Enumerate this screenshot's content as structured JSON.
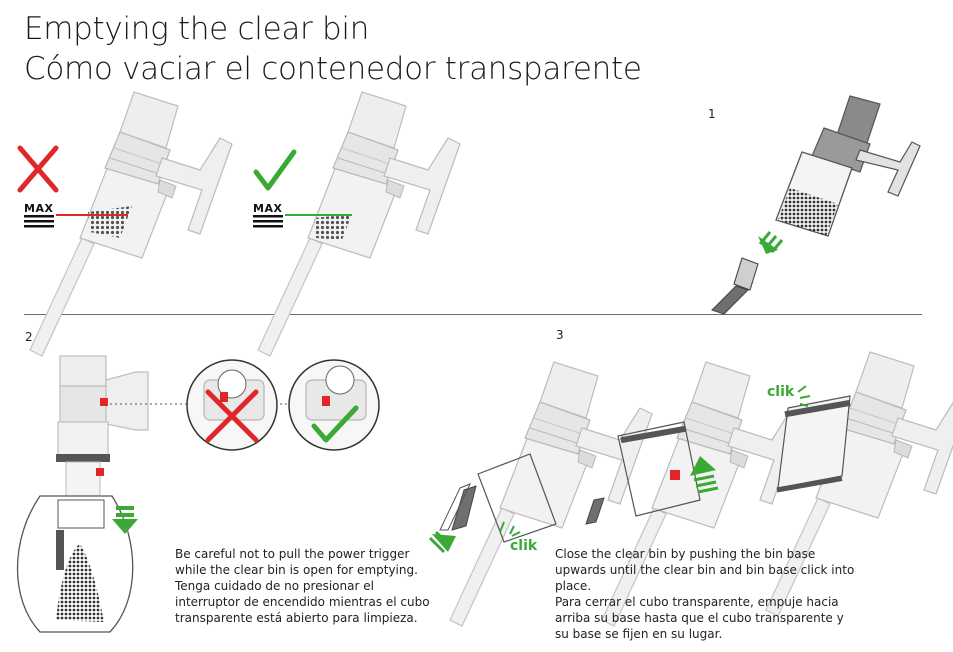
{
  "header": {
    "title_en": "Emptying the clear bin",
    "title_es": "Cómo vaciar el contenedor transparente"
  },
  "steps": {
    "step1_number": "1",
    "step2_number": "2",
    "step3_number": "3"
  },
  "labels": {
    "max_wrong": "MAX",
    "max_right": "MAX",
    "clik_1": "clik",
    "clik_2": "clik"
  },
  "captions": {
    "step2_en": "Be careful not to pull the power trigger while the clear bin is open for emptying.",
    "step2_es": "Tenga cuidado de no presionar el interruptor de encendido mientras el cubo transparente está abierto para limpieza.",
    "step3_en": "Close the clear bin by pushing the bin base upwards until the clear bin and bin base click into place.",
    "step3_es": "Para cerrar el cubo transparente, empuje hacia arriba su base hasta que el cubo transparente y su base se fijen en su lugar."
  },
  "icons": {
    "wrong": "red-cross-icon",
    "right": "green-check-icon",
    "arrow": "green-arrow-icon"
  },
  "colors": {
    "red": "#e1262a",
    "green": "#3aa935",
    "device_outline": "#bdbdbd",
    "device_fill": "#ebebeb",
    "dark_device": "#7a7a7a"
  }
}
